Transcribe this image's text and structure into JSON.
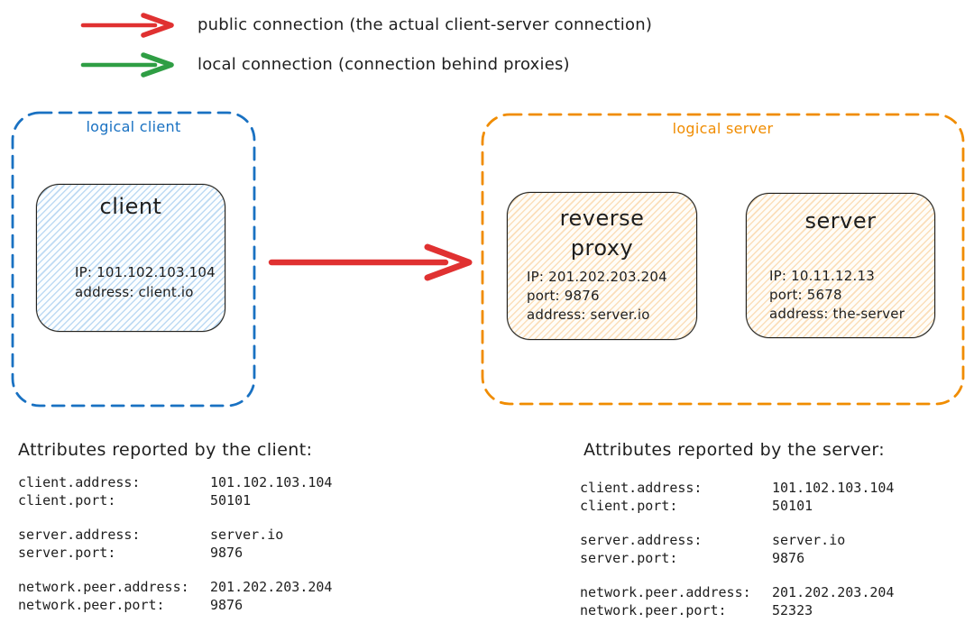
{
  "legend": {
    "items": [
      {
        "kind": "public-connection",
        "color": "#e03131",
        "label": "public connection (the actual client-server connection)"
      },
      {
        "kind": "local-connection",
        "color": "#2f9e44",
        "label": "local connection (connection behind proxies)"
      }
    ]
  },
  "groups": {
    "logical_client": {
      "label": "logical client",
      "border_color": "#1971c2"
    },
    "logical_server": {
      "label": "logical server",
      "border_color": "#f08c00"
    }
  },
  "nodes": {
    "client": {
      "title": "client",
      "lines": [
        "IP: 101.102.103.104",
        "address: client.io"
      ],
      "fill_accent": "#a5d8ff"
    },
    "reverse_proxy": {
      "title": "reverse proxy",
      "lines": [
        "IP: 201.202.203.204",
        "port: 9876",
        "address: server.io"
      ],
      "fill_accent": "#ffd8a8"
    },
    "server": {
      "title": "server",
      "lines": [
        "IP: 10.11.12.13",
        "port: 5678",
        "address: the-server"
      ],
      "fill_accent": "#ffd8a8"
    }
  },
  "connection_arrow": {
    "kind": "public-connection",
    "color": "#e03131"
  },
  "client_report": {
    "heading": "Attributes reported by the client:",
    "groups": [
      {
        "rows": [
          {
            "key": "client.address:",
            "value": "101.102.103.104"
          },
          {
            "key": "client.port:",
            "value": "50101"
          }
        ]
      },
      {
        "rows": [
          {
            "key": "server.address:",
            "value": "server.io"
          },
          {
            "key": "server.port:",
            "value": "9876"
          }
        ]
      },
      {
        "rows": [
          {
            "key": "network.peer.address:",
            "value": "201.202.203.204"
          },
          {
            "key": "network.peer.port:",
            "value": "9876"
          }
        ]
      }
    ]
  },
  "server_report": {
    "heading": "Attributes reported by the server:",
    "groups": [
      {
        "rows": [
          {
            "key": "client.address:",
            "value": "101.102.103.104"
          },
          {
            "key": "client.port:",
            "value": "50101"
          }
        ]
      },
      {
        "rows": [
          {
            "key": "server.address:",
            "value": "server.io"
          },
          {
            "key": "server.port:",
            "value": "9876"
          }
        ]
      },
      {
        "rows": [
          {
            "key": "network.peer.address:",
            "value": "201.202.203.204"
          },
          {
            "key": "network.peer.port:",
            "value": "52323"
          }
        ]
      }
    ]
  }
}
